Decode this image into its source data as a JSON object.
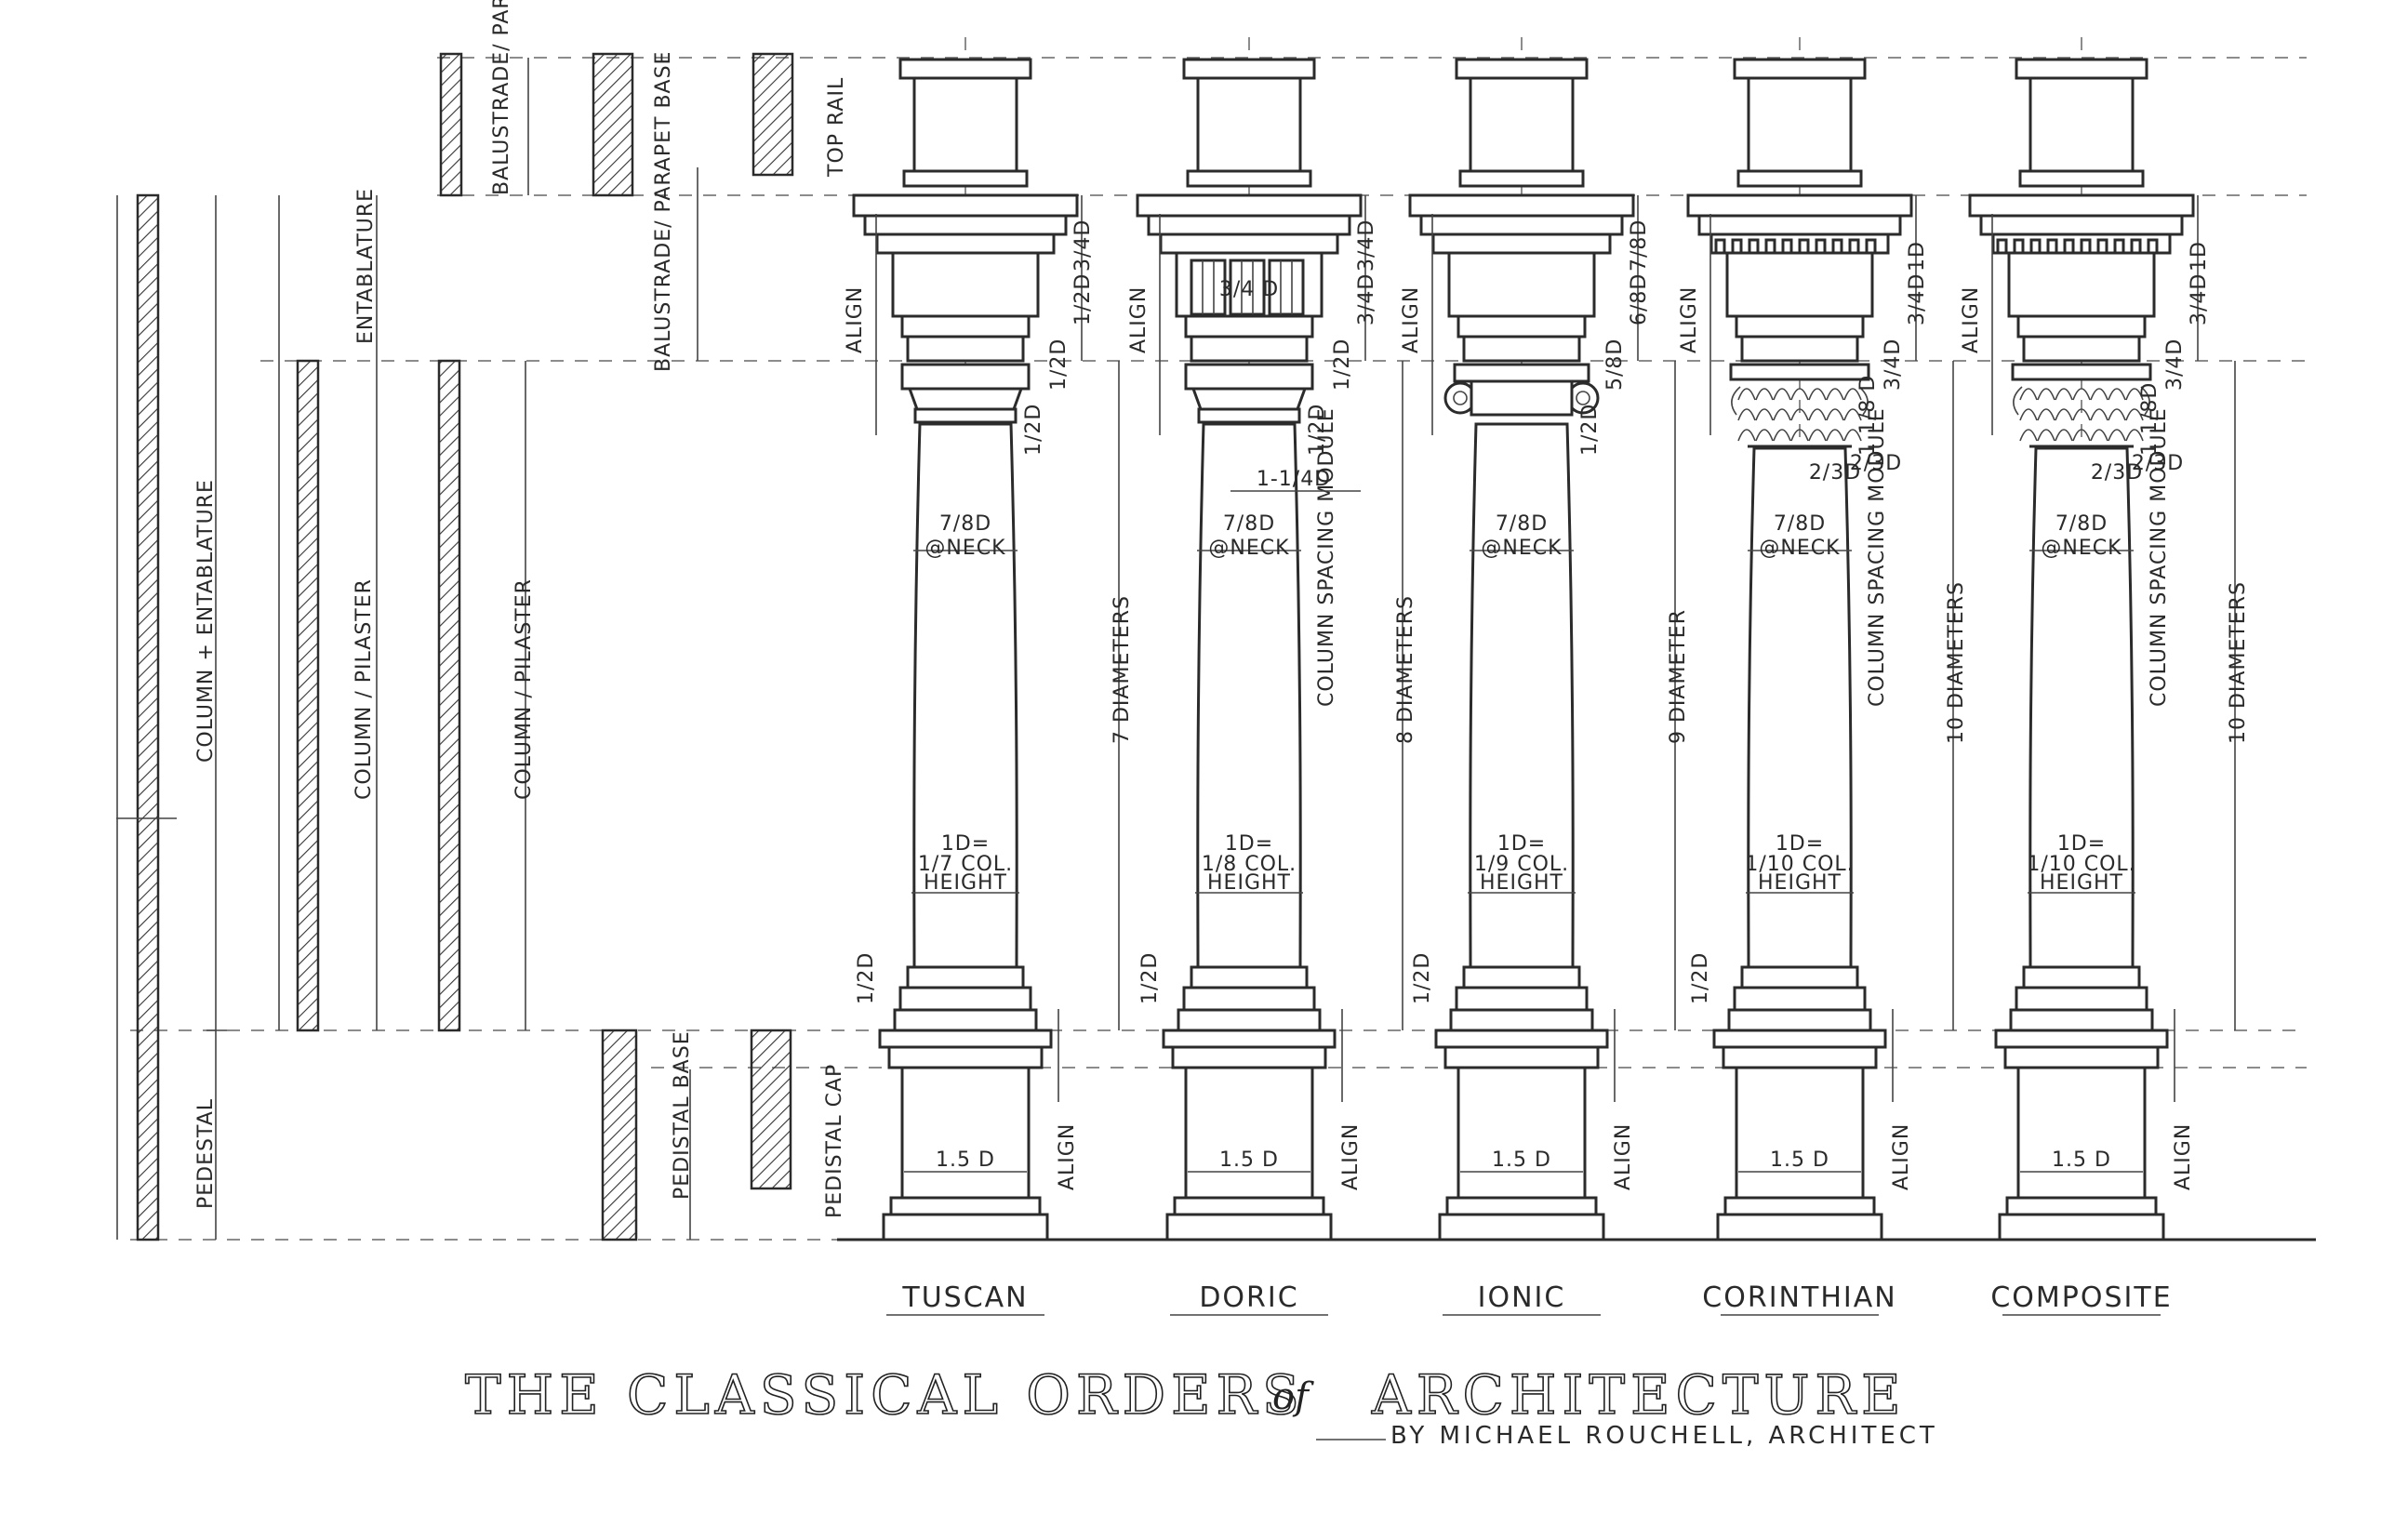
{
  "title": {
    "part1": "THE CLASSICAL ORDERS",
    "of": "of",
    "part2": "ARCHITECTURE",
    "byline": "BY MICHAEL ROUCHELL, ARCHITECT"
  },
  "scales": {
    "column_entablature": "COLUMN + ENTABLATURE",
    "pedestal": "PEDESTAL",
    "entablature": "ENTABLATURE",
    "column_pilaster_1": "COLUMN / PILASTER",
    "column_pilaster_2": "COLUMN / PILASTER",
    "balustrade_parapet": "BALUSTRADE/ PARAPET",
    "balustrade_parapet_base": "BALUSTRADE/ PARAPET BASE",
    "top_rail": "TOP RAIL",
    "pedistal_base": "PEDISTAL BASE",
    "pedistal_cap": "PEDISTAL CAP"
  },
  "orders": [
    {
      "name": "TUSCAN",
      "neck": [
        "7/8D",
        "@NECK"
      ],
      "module": [
        "1D=",
        "1/7 COL.",
        "HEIGHT"
      ],
      "height": "7 DIAMETERS",
      "base_width": "1.5 D",
      "ent_dims": [
        "3/4D",
        "1/2D",
        "1/2D"
      ],
      "cap_dim": "1/2D",
      "base_dim": "1/2D",
      "align_top": "ALIGN",
      "align_bottom": "ALIGN"
    },
    {
      "name": "DORIC",
      "neck": [
        "7/8D",
        "@NECK"
      ],
      "module": [
        "1D=",
        "1/8 COL.",
        "HEIGHT"
      ],
      "height": "8 DIAMETERS",
      "base_width": "1.5 D",
      "spacing": "COLUMN SPACING MODULE",
      "spacing_dim": "1-1/4D",
      "triglyph": "3/4 D",
      "ent_dims": [
        "3/4D",
        "3/4D",
        "1/2D"
      ],
      "cap_dim": "1/2D",
      "base_dim": "1/2D",
      "align_top": "ALIGN",
      "align_bottom": "ALIGN"
    },
    {
      "name": "IONIC",
      "neck": [
        "7/8D",
        "@NECK"
      ],
      "module": [
        "1D=",
        "1/9 COL.",
        "HEIGHT"
      ],
      "height": "9 DIAMETER",
      "base_width": "1.5 D",
      "ent_dims": [
        "7/8D",
        "6/8D",
        "5/8D"
      ],
      "cap_dim": "1/2D",
      "base_dim": "1/2D",
      "align_top": "ALIGN",
      "align_bottom": "ALIGN"
    },
    {
      "name": "CORINTHIAN",
      "neck": [
        "7/8D",
        "@NECK"
      ],
      "module": [
        "1D=",
        "1/10 COL.",
        "HEIGHT"
      ],
      "height": "10 DIAMETERS",
      "base_width": "1.5 D",
      "spacing": "COLUMN SPACING MODULE",
      "cap_split": [
        "2/3D",
        "2/3D"
      ],
      "ent_dims": [
        "1D",
        "3/4D",
        "3/4D"
      ],
      "cap_dim": "1 1/8 D",
      "base_dim": "1/2D",
      "align_top": "ALIGN",
      "align_bottom": "ALIGN"
    },
    {
      "name": "COMPOSITE",
      "neck": [
        "7/8D",
        "@NECK"
      ],
      "module": [
        "1D=",
        "1/10 COL.",
        "HEIGHT"
      ],
      "height": "10 DIAMETERS",
      "base_width": "1.5 D",
      "spacing": "COLUMN SPACING MODULE",
      "cap_split": [
        "2/3D",
        "2/3D"
      ],
      "ent_dims": [
        "1D",
        "3/4D",
        "3/4D"
      ],
      "cap_dim": "1 1/8D",
      "align_top": "ALIGN",
      "align_bottom": "ALIGN"
    }
  ]
}
